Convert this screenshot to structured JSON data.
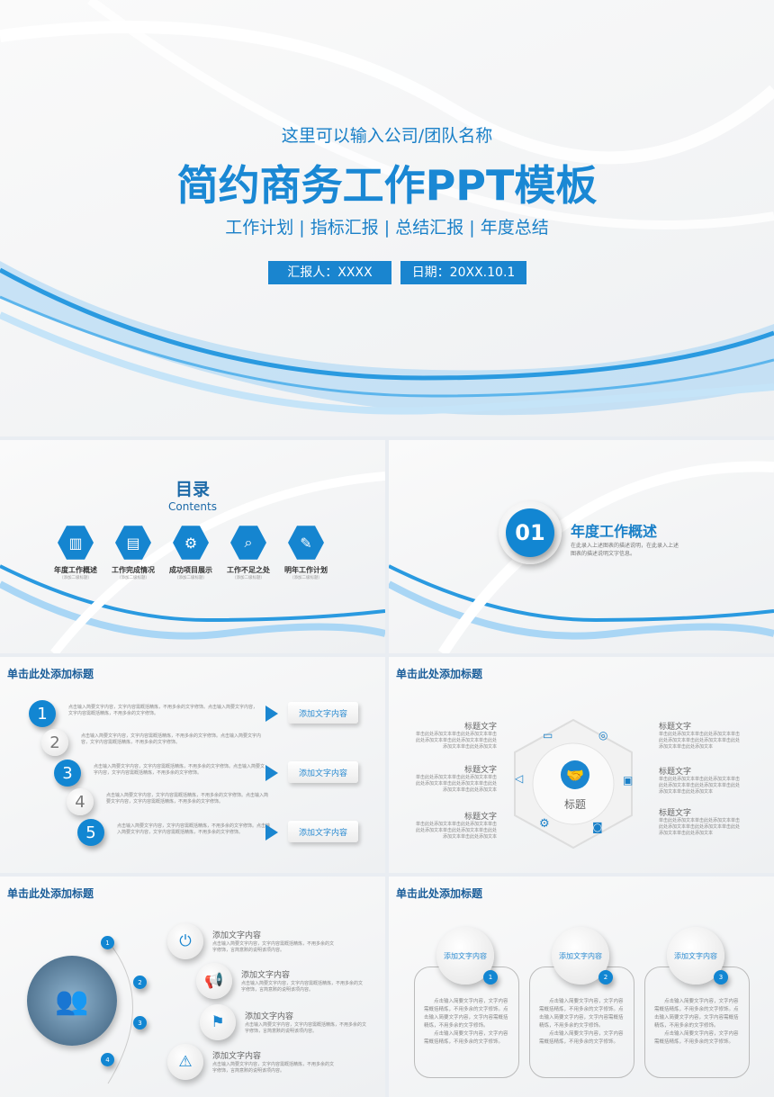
{
  "cover": {
    "company": "这里可以输入公司/团队名称",
    "title": "简约商务工作PPT模板",
    "tagline": "工作计划 | 指标汇报 | 总结汇报 | 年度总结",
    "reporter": "汇报人：XXXX",
    "date": "日期：20XX.10.1",
    "accent": "#1a85cf"
  },
  "toc": {
    "title": "目录",
    "subtitle": "Contents",
    "items": [
      {
        "label": "年度工作概述",
        "sub": "（添加二级标题）",
        "icon": "chart-tablet-icon"
      },
      {
        "label": "工作完成情况",
        "sub": "（添加二级标题）",
        "icon": "presentation-icon"
      },
      {
        "label": "成功项目展示",
        "sub": "（添加二级标题）",
        "icon": "running-gear-icon"
      },
      {
        "label": "工作不足之处",
        "sub": "（添加二级标题）",
        "icon": "magnifier-chart-icon"
      },
      {
        "label": "明年工作计划",
        "sub": "（添加二级标题）",
        "icon": "edit-note-icon"
      }
    ]
  },
  "section": {
    "number": "01",
    "title": "年度工作概述",
    "desc": "在此录入上述图表的描述说明，在此录入上述图表的描述说明文字信息。"
  },
  "slide_list": {
    "title": "单击此处添加标题",
    "items": [
      {
        "n": "1",
        "text": "点击输入简要文字内容，文字内容需概括精炼，不用多余的文字修饰。点击输入简要文字内容，文字内容需概括精炼，不用多余的文字修饰。",
        "button": "添加文字内容"
      },
      {
        "n": "2",
        "text": "点击输入简要文字内容，文字内容需概括精炼，不用多余的文字修饰。点击输入简要文字内容，文字内容需概括精炼，不用多余的文字修饰。"
      },
      {
        "n": "3",
        "text": "点击输入简要文字内容，文字内容需概括精炼，不用多余的文字修饰。点击输入简要文字内容，文字内容需概括精炼，不用多余的文字修饰。",
        "button": "添加文字内容"
      },
      {
        "n": "4",
        "text": "点击输入简要文字内容，文字内容需概括精炼，不用多余的文字修饰。点击输入简要文字内容，文字内容需概括精炼，不用多余的文字修饰。"
      },
      {
        "n": "5",
        "text": "点击输入简要文字内容，文字内容需概括精炼，不用多余的文字修饰。点击输入简要文字内容，文字内容需概括精炼，不用多余的文字修饰。",
        "button": "添加文字内容"
      }
    ]
  },
  "slide_wheel": {
    "title": "单击此处添加标题",
    "center": "标题",
    "heading": "标题文字",
    "body": "单击此处添加文本单击此处添加文本单击此处添加文本单击此处添加文本单击此处添加文本单击此处添加文本",
    "icons": [
      "monitor-icon",
      "disc-icon",
      "wallet-icon",
      "camera-icon",
      "gear-icon",
      "speaker-icon",
      "handshake-icon"
    ]
  },
  "slide_icons": {
    "title": "单击此处添加标题",
    "items": [
      {
        "n": "1",
        "heading": "添加文字内容",
        "text": "点击输入简要文字内容，文字内容需概括精炼，不用多余的文字修饰，言简意赅的说明该项内容。",
        "icon": "power-icon"
      },
      {
        "n": "2",
        "heading": "添加文字内容",
        "text": "点击输入简要文字内容，文字内容需概括精炼，不用多余的文字修饰，言简意赅的说明该项内容。",
        "icon": "megaphone-icon"
      },
      {
        "n": "3",
        "heading": "添加文字内容",
        "text": "点击输入简要文字内容，文字内容需概括精炼，不用多余的文字修饰，言简意赅的说明该项内容。",
        "icon": "signpost-icon"
      },
      {
        "n": "4",
        "heading": "添加文字内容",
        "text": "点击输入简要文字内容，文字内容需概括精炼，不用多余的文字修饰，言简意赅的说明该项内容。",
        "icon": "warning-icon"
      }
    ]
  },
  "slide_cards": {
    "title": "单击此处添加标题",
    "items": [
      {
        "n": "1",
        "heading": "添加文字内容",
        "p1": "点击输入简要文字内容，文字内容需概括精炼，不用多余的文字修饰。点击输入简要文字内容，文字内容需概括精炼，不用多余的文字修饰。",
        "p2": "点击输入简要文字内容，文字内容需概括精炼，不用多余的文字修饰。"
      },
      {
        "n": "2",
        "heading": "添加文字内容",
        "p1": "点击输入简要文字内容，文字内容需概括精炼，不用多余的文字修饰。点击输入简要文字内容，文字内容需概括精炼，不用多余的文字修饰。",
        "p2": "点击输入简要文字内容，文字内容需概括精炼，不用多余的文字修饰。"
      },
      {
        "n": "3",
        "heading": "添加文字内容",
        "p1": "点击输入简要文字内容，文字内容需概括精炼，不用多余的文字修饰。点击输入简要文字内容，文字内容需概括精炼，不用多余的文字修饰。",
        "p2": "点击输入简要文字内容，文字内容需概括精炼，不用多余的文字修饰。"
      }
    ]
  }
}
